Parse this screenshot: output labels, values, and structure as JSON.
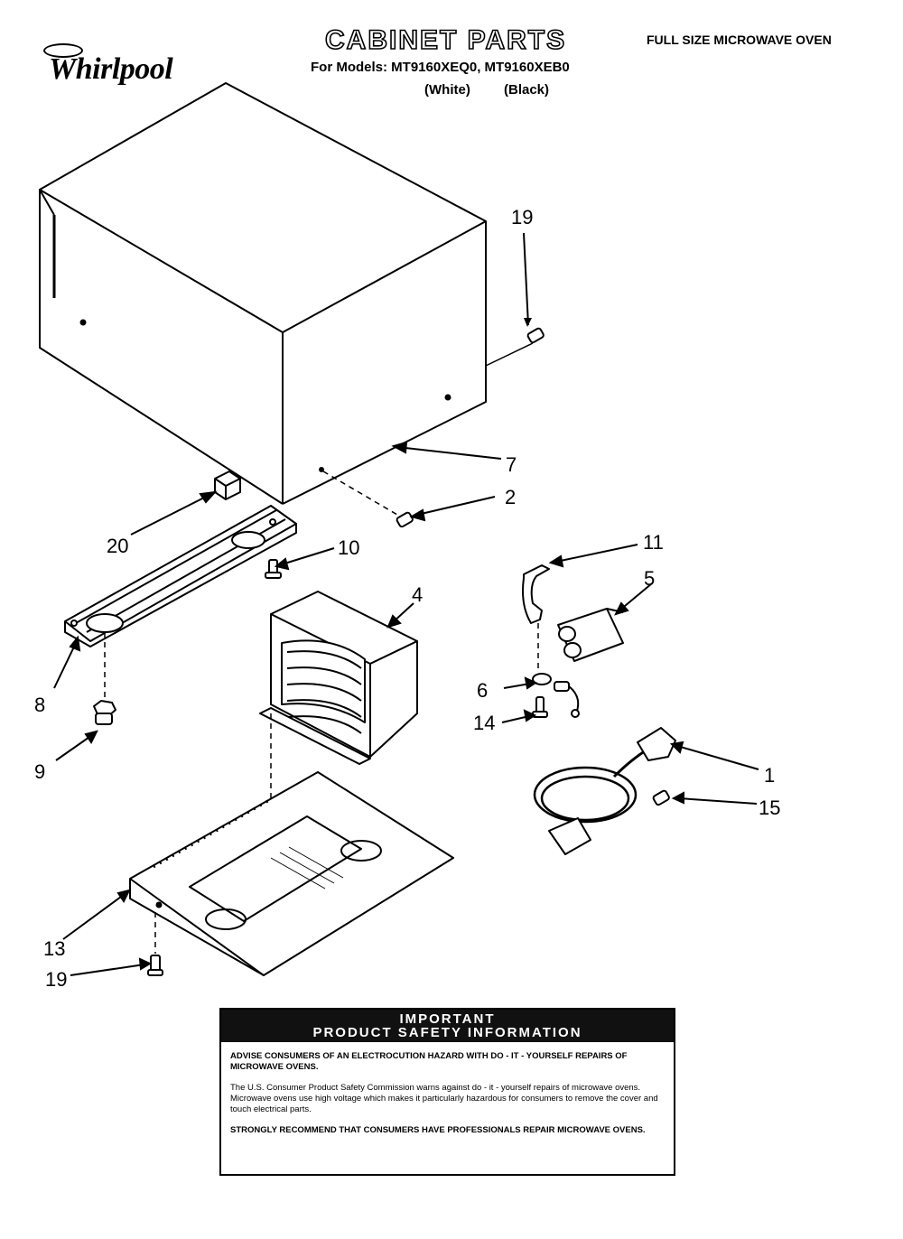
{
  "header": {
    "brand": "Whirlpool",
    "title": "CABINET PARTS",
    "models": "For Models: MT9160XEQ0, MT9160XEB0",
    "variant_white": "(White)",
    "variant_black": "(Black)",
    "doc_type": "FULL SIZE MICROWAVE OVEN"
  },
  "callouts": [
    {
      "id": "19a",
      "label": "19"
    },
    {
      "id": "7",
      "label": "7"
    },
    {
      "id": "2",
      "label": "2"
    },
    {
      "id": "20",
      "label": "20"
    },
    {
      "id": "10",
      "label": "10"
    },
    {
      "id": "4",
      "label": "4"
    },
    {
      "id": "11",
      "label": "11"
    },
    {
      "id": "5",
      "label": "5"
    },
    {
      "id": "8",
      "label": "8"
    },
    {
      "id": "6",
      "label": "6"
    },
    {
      "id": "14",
      "label": "14"
    },
    {
      "id": "1",
      "label": "1"
    },
    {
      "id": "9",
      "label": "9"
    },
    {
      "id": "15",
      "label": "15"
    },
    {
      "id": "13",
      "label": "13"
    },
    {
      "id": "19b",
      "label": "19"
    }
  ],
  "safety_notice": {
    "heading_line1": "IMPORTANT",
    "heading_line2": "PRODUCT SAFETY INFORMATION",
    "warning": "ADVISE CONSUMERS OF AN ELECTROCUTION HAZARD WITH DO - IT - YOURSELF REPAIRS OF MICROWAVE OVENS.",
    "body": "The U.S. Consumer Product Safety Commission warns against do - it - yourself repairs of microwave ovens. Microwave ovens use high voltage which makes it particularly hazardous for consumers to remove the cover and touch electrical parts.",
    "recommendation": "STRONGLY RECOMMEND THAT CONSUMERS HAVE PROFESSIONALS REPAIR MICROWAVE OVENS."
  }
}
